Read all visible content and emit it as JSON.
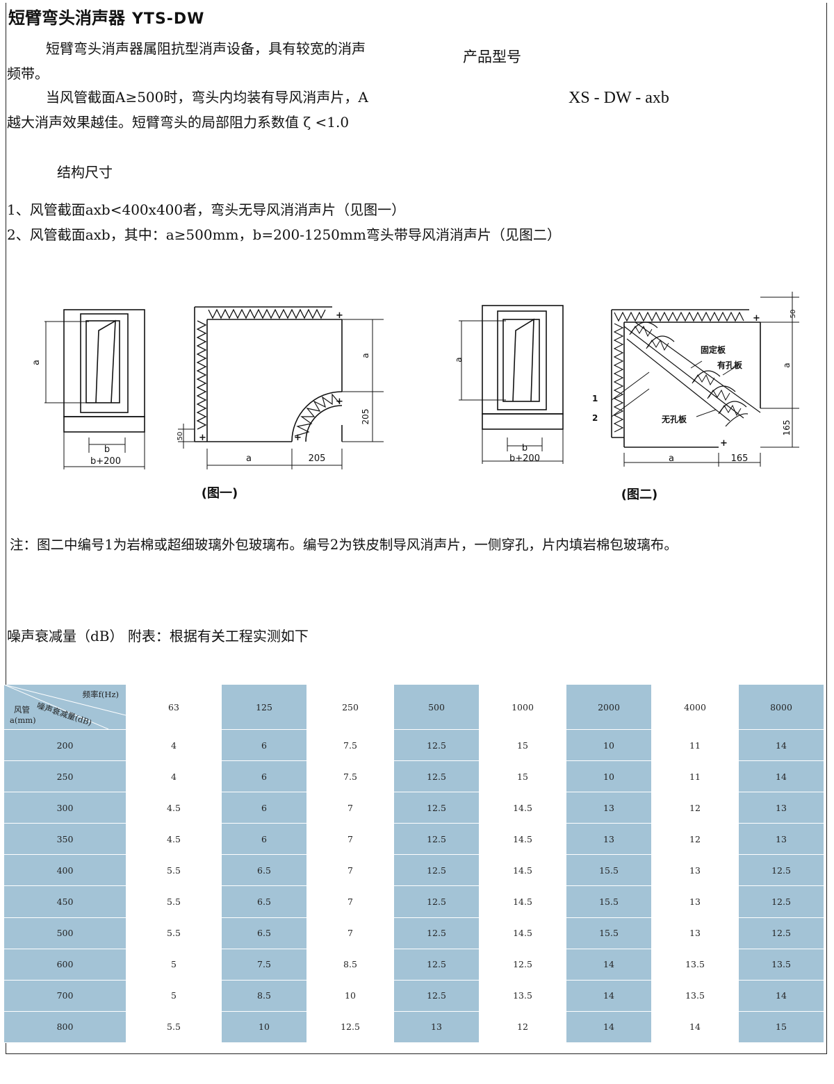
{
  "header": {
    "title": "短臂弯头消声器",
    "code": "YTS-DW"
  },
  "intro": {
    "line1": "短臂弯头消声器属阻抗型消声设备，具有较宽的消声",
    "line2": "频带。",
    "line3": "当风管截面A≥500时，弯头内均装有导风消声片，A",
    "line4": "越大消声效果越佳。短臂弯头的局部阻力系数值 ζ <1.0"
  },
  "model": {
    "label": "产品型号",
    "code": "XS - DW - axb"
  },
  "structure": {
    "heading": "结构尺寸",
    "item1": "1、风管截面axb<400x400者，弯头无导风消消声片（见图一）",
    "item2": "2、风管截面axb，其中：a≥500mm，b=200-1250mm弯头带导风消消声片（见图二）"
  },
  "figures": {
    "fig1": {
      "caption": "(图一)",
      "dim_a": "a",
      "dim_b": "b",
      "dim_b200": "b+200",
      "dim_205": "205",
      "dim_50": "50"
    },
    "fig2": {
      "caption": "(图二)",
      "dim_a": "a",
      "dim_b": "b",
      "dim_b200": "b+200",
      "dim_165": "165",
      "dim_50": "50",
      "label_fixed": "固定板",
      "label_perforated": "有孔板",
      "label_solid": "无孔板",
      "label_1": "1",
      "label_2": "2"
    }
  },
  "note": "注：图二中编号1为岩棉或超细玻璃外包玻璃布。编号2为铁皮制导风消声片，一侧穿孔，片内填岩棉包玻璃布。",
  "table": {
    "caption": "噪声衰减量（dB）    附表：根据有关工程实测如下",
    "corner": {
      "freq": "频率f(Hz)",
      "atten": "噪声衰减量(dB)",
      "duct": "风管",
      "unit": "a(mm)"
    },
    "frequencies": [
      "63",
      "125",
      "250",
      "500",
      "1000",
      "2000",
      "4000",
      "8000"
    ],
    "rows": [
      [
        "200",
        "4",
        "6",
        "7.5",
        "12.5",
        "15",
        "10",
        "11",
        "14"
      ],
      [
        "250",
        "4",
        "6",
        "7.5",
        "12.5",
        "15",
        "10",
        "11",
        "14"
      ],
      [
        "300",
        "4.5",
        "6",
        "7",
        "12.5",
        "14.5",
        "13",
        "12",
        "13"
      ],
      [
        "350",
        "4.5",
        "6",
        "7",
        "12.5",
        "14.5",
        "13",
        "12",
        "13"
      ],
      [
        "400",
        "5.5",
        "6.5",
        "7",
        "12.5",
        "14.5",
        "15.5",
        "13",
        "12.5"
      ],
      [
        "450",
        "5.5",
        "6.5",
        "7",
        "12.5",
        "14.5",
        "15.5",
        "13",
        "12.5"
      ],
      [
        "500",
        "5.5",
        "6.5",
        "7",
        "12.5",
        "14.5",
        "15.5",
        "13",
        "12.5"
      ],
      [
        "600",
        "5",
        "7.5",
        "8.5",
        "12.5",
        "12.5",
        "14",
        "13.5",
        "13.5"
      ],
      [
        "700",
        "5",
        "8.5",
        "10",
        "12.5",
        "13.5",
        "14",
        "13.5",
        "14"
      ],
      [
        "800",
        "5.5",
        "10",
        "12.5",
        "13",
        "12",
        "14",
        "14",
        "15"
      ]
    ],
    "shade_color": "#a3c3d6"
  }
}
